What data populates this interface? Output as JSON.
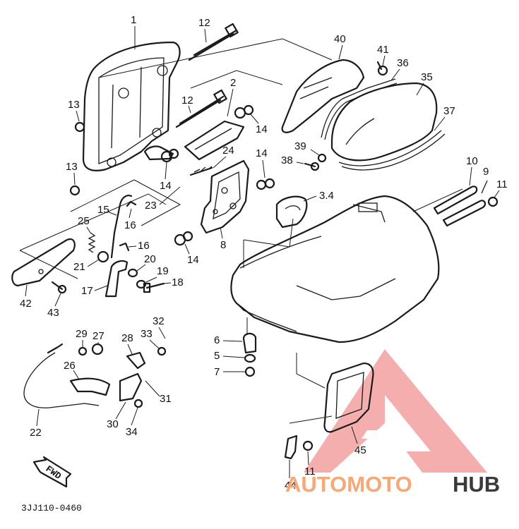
{
  "part_labels": {
    "p1": "1",
    "p2": "2",
    "p12a": "12",
    "p12b": "12",
    "p13a": "13",
    "p13b": "13",
    "p14a": "14",
    "p14b": "14",
    "p14c": "14",
    "p14d": "14",
    "p24": "24",
    "p23": "23",
    "p25": "25",
    "p15": "15",
    "p16a": "16",
    "p16b": "16",
    "p8": "8",
    "p3_4": "3.4",
    "p20": "20",
    "p19": "19",
    "p18": "18",
    "p17": "17",
    "p21": "21",
    "p42": "42",
    "p43": "43",
    "p40": "40",
    "p41": "41",
    "p36": "36",
    "p35": "35",
    "p37": "37",
    "p39": "39",
    "p38": "38",
    "p10": "10",
    "p9": "9",
    "p11a": "11",
    "p6": "6",
    "p5": "5",
    "p7": "7",
    "p32": "32",
    "p29": "29",
    "p27": "27",
    "p28": "28",
    "p33": "33",
    "p26": "26",
    "p31": "31",
    "p30": "30",
    "p34": "34",
    "p22": "22",
    "p45": "45",
    "p11b": "11",
    "p44": "44"
  },
  "fwd_label": "FWD",
  "diagram_code": "3JJ110-0460",
  "watermark": {
    "brand_part1": "AUTOMOTO",
    "brand_part2": "HUB",
    "color_primary": "#f08080",
    "color_accent": "#f5c896",
    "color_hub": "#3a3a3a"
  }
}
